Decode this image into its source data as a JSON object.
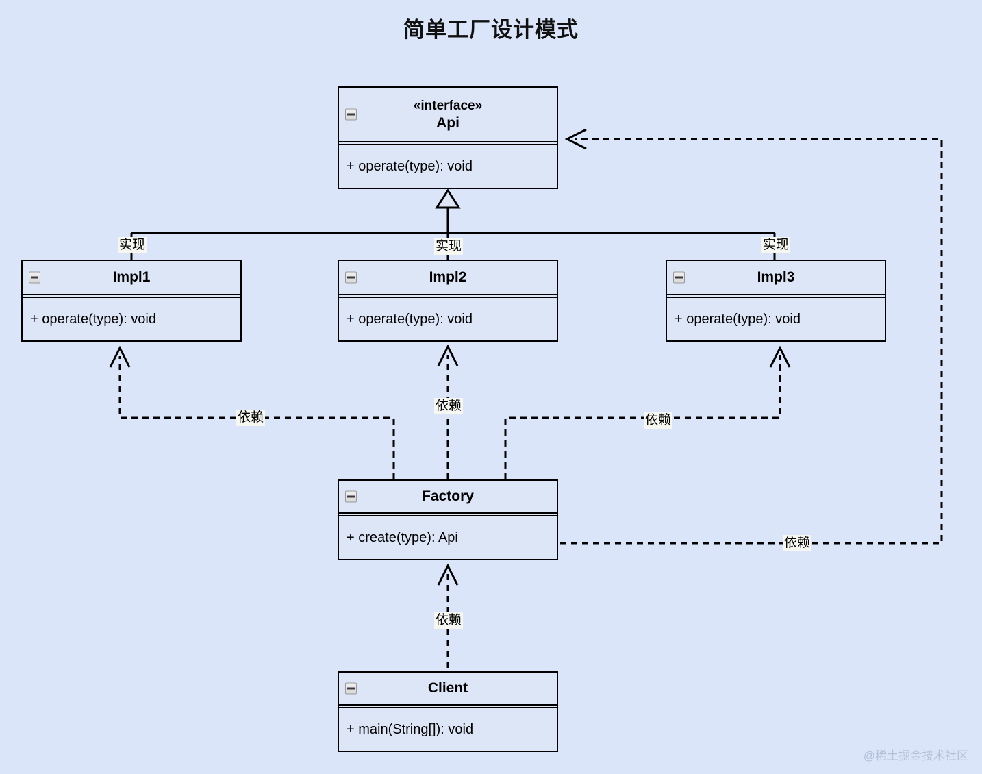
{
  "title": "简单工厂设计模式",
  "watermark": "@稀土掘金技术社区",
  "colors": {
    "background": "#dbe5f9",
    "box_fill": "#dde6f7",
    "stroke": "#000000",
    "label_bg": "#f7f7f2",
    "watermark": "#b3c0d8"
  },
  "icons": {
    "collapse": "minus-box-icon"
  },
  "classes": [
    {
      "id": "api",
      "stereotype": "«interface»",
      "name": "Api",
      "operations": [
        "+ operate(type): void"
      ]
    },
    {
      "id": "impl1",
      "stereotype": "",
      "name": "Impl1",
      "operations": [
        "+ operate(type): void"
      ]
    },
    {
      "id": "impl2",
      "stereotype": "",
      "name": "Impl2",
      "operations": [
        "+ operate(type): void"
      ]
    },
    {
      "id": "impl3",
      "stereotype": "",
      "name": "Impl3",
      "operations": [
        "+ operate(type): void"
      ]
    },
    {
      "id": "factory",
      "stereotype": "",
      "name": "Factory",
      "operations": [
        "+ create(type): Api"
      ]
    },
    {
      "id": "client",
      "stereotype": "",
      "name": "Client",
      "operations": [
        "+ main(String[]): void"
      ]
    }
  ],
  "relations": [
    {
      "id": "rel-impl1-api",
      "from": "Impl1",
      "to": "Api",
      "label": "实现",
      "kind": "realization"
    },
    {
      "id": "rel-impl2-api",
      "from": "Impl2",
      "to": "Api",
      "label": "实现",
      "kind": "realization"
    },
    {
      "id": "rel-impl3-api",
      "from": "Impl3",
      "to": "Api",
      "label": "实现",
      "kind": "realization"
    },
    {
      "id": "rel-factory-impl1",
      "from": "Factory",
      "to": "Impl1",
      "label": "依赖",
      "kind": "dependency"
    },
    {
      "id": "rel-factory-impl2",
      "from": "Factory",
      "to": "Impl2",
      "label": "依赖",
      "kind": "dependency"
    },
    {
      "id": "rel-factory-impl3",
      "from": "Factory",
      "to": "Impl3",
      "label": "依赖",
      "kind": "dependency"
    },
    {
      "id": "rel-factory-api",
      "from": "Factory",
      "to": "Api",
      "label": "依赖",
      "kind": "dependency"
    },
    {
      "id": "rel-client-factory",
      "from": "Client",
      "to": "Factory",
      "label": "依赖",
      "kind": "dependency"
    }
  ]
}
